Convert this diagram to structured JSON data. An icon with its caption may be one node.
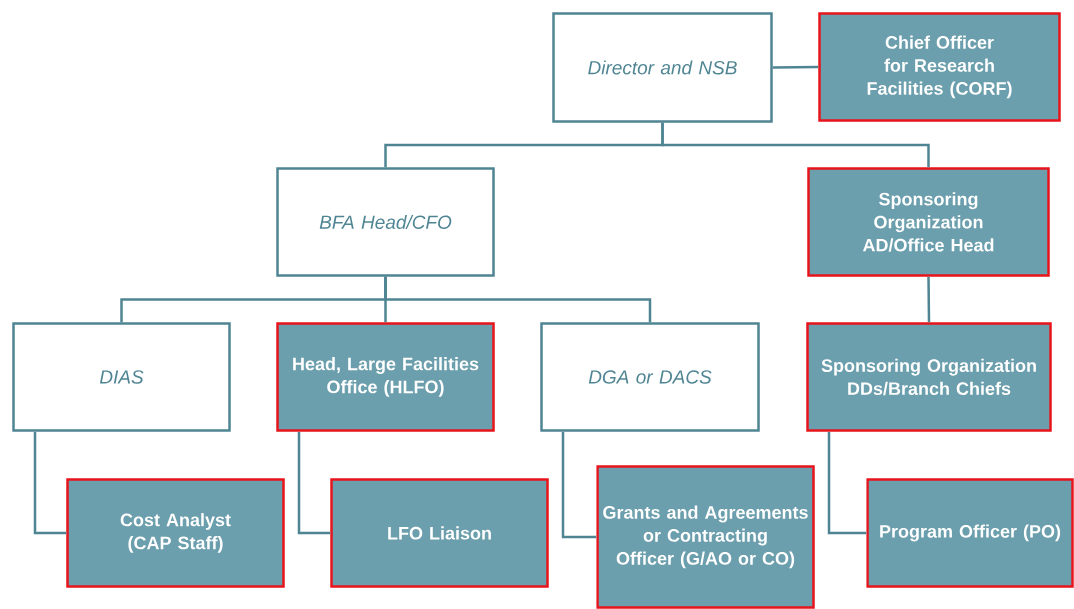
{
  "diagram": {
    "nodes": [
      {
        "text": [
          "Director and NSB"
        ]
      },
      {
        "text": [
          "Chief Officer for Research Facilities (CORF)"
        ]
      },
      {
        "text": [
          "BFA Head/CFO"
        ]
      },
      {
        "text": [
          "Sponsoring Organization AD/Office Head"
        ]
      },
      {
        "text": [
          "DIAS"
        ]
      },
      {
        "text": [
          "Head, Large Facilities Office (HLFO)"
        ]
      },
      {
        "text": [
          "DGA or DACS"
        ]
      },
      {
        "text": [
          "Sponsoring Organization DDs/Branch Chiefs"
        ]
      },
      {
        "text": [
          "Cost Analyst (CAP Staff)"
        ]
      },
      {
        "text": [
          "LFO Liaison"
        ]
      },
      {
        "text": [
          "Grants and Agreements or Contracting Officer (G/AO or CO)"
        ]
      },
      {
        "text": [
          "Program Officer (PO)"
        ]
      }
    ],
    "edges": [
      {
        "from": 0,
        "to": 1,
        "arrow": "none"
      },
      {
        "from": 0,
        "to": 2,
        "arrow": "none"
      },
      {
        "from": 0,
        "to": 3,
        "arrow": "none"
      },
      {
        "from": 2,
        "to": 4,
        "arrow": "none"
      },
      {
        "from": 2,
        "to": 5,
        "arrow": "none"
      },
      {
        "from": 2,
        "to": 6,
        "arrow": "none"
      },
      {
        "from": 3,
        "to": 7,
        "arrow": "none"
      },
      {
        "from": 4,
        "to": 8,
        "arrow": "none"
      },
      {
        "from": 5,
        "to": 9,
        "arrow": "none"
      },
      {
        "from": 6,
        "to": 10,
        "arrow": "none"
      },
      {
        "from": 7,
        "to": 11,
        "arrow": "none"
      }
    ]
  }
}
